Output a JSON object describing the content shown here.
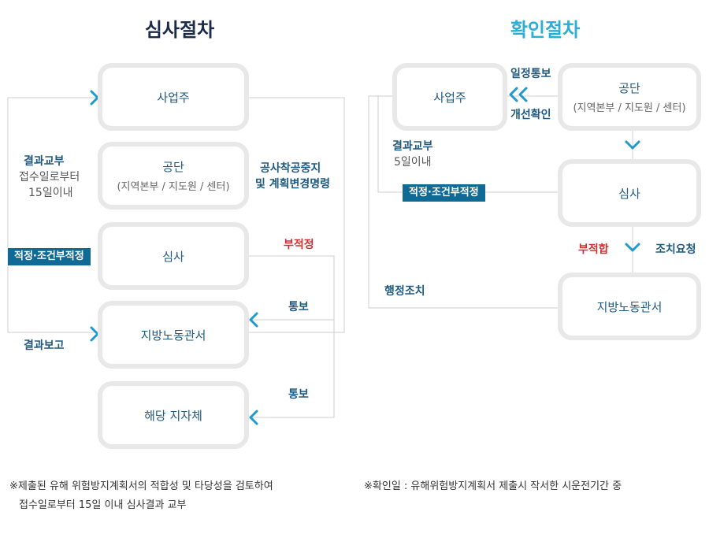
{
  "left": {
    "title": "심사절차",
    "boxes": {
      "owner": "사업주",
      "agency": "공단",
      "agency_sub": "(지역본부 / 지도원 / 센터)",
      "review": "심사",
      "labor_office": "지방노동관서",
      "local_gov": "해당 지자체"
    },
    "labels": {
      "result_issue_1": "결과교부",
      "result_issue_2": "접수일로부터",
      "result_issue_3": "15일이내",
      "stop_order_1": "공사착공중지",
      "stop_order_2": "및 계획변경명령",
      "unfit": "부적정",
      "notify_1": "통보",
      "notify_2": "통보",
      "result_report": "결과보고"
    },
    "badge": "적정·조건부적정",
    "note_1": "※제출된 유해 위험방지계획서의 적합성 및 타당성을 검토하여",
    "note_2": "접수일로부터 15일 이내 심사결과 교부"
  },
  "right": {
    "title": "확인절차",
    "boxes": {
      "owner": "사업주",
      "agency": "공단",
      "agency_sub": "(지역본부 / 지도원 / 센터)",
      "review": "심사",
      "labor_office": "지방노동관서"
    },
    "labels": {
      "schedule_notice": "일정통보",
      "improvement_check": "개선확인",
      "result_issue_1": "결과교부",
      "result_issue_2": "5일이내",
      "unfit": "부적합",
      "action_request": "조치요청",
      "admin_action": "행정조치"
    },
    "badge": "적정·조건부적정",
    "note": "※확인일 : 유해위험방지계획서 제출시 작서한 시운전기간 중"
  },
  "colors": {
    "title_left": "#1c2a4a",
    "title_right": "#2aaed6",
    "primary": "#1e5a80",
    "accent": "#1f9ad0",
    "badge": "#0f6a96",
    "alert": "#d32f2f",
    "box_border": "#e8e8e8",
    "line": "#cfcfcf"
  },
  "icons": [
    "chevron-right-icon",
    "chevron-left-icon",
    "double-chevron-left-icon",
    "chevron-down-icon"
  ]
}
